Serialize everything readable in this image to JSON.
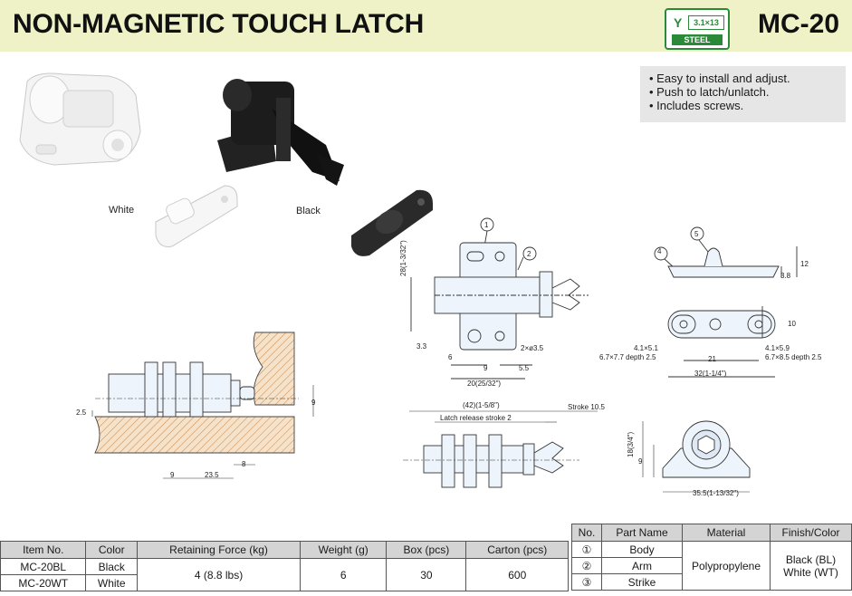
{
  "header": {
    "title": "NON-MAGNETIC TOUCH LATCH",
    "model": "MC-20",
    "steel_badge": {
      "screw_spec": "3.1×13",
      "material": "STEEL"
    }
  },
  "features": [
    "• Easy to install and adjust.",
    "• Push to latch/unlatch.",
    "• Includes screws."
  ],
  "photos": {
    "white_label": "White",
    "black_label": "Black"
  },
  "drawing_labels": {
    "callouts": [
      "1",
      "2",
      "4",
      "5"
    ],
    "top_view": {
      "height": "28(1-3/32\")",
      "d1": "3.3",
      "d2": "6",
      "d3": "9",
      "d4": "5.5",
      "width": "20(25/32\")",
      "hole": "2×ø3.5"
    },
    "strike_side": {
      "h1": "12",
      "h2": "3.8"
    },
    "strike_top": {
      "h": "10",
      "slot_l1": "4.1×5.1",
      "slot_l2": "6.7×7.7 depth 2.5",
      "slot_r1": "4.1×5.9",
      "slot_r2": "6.7×8.5 depth 2.5",
      "pitch": "21",
      "width": "32(1-1/4\")"
    },
    "install": {
      "d1": "2.5",
      "d2": "9",
      "d3": "9",
      "d4": "23.5",
      "d5": "8"
    },
    "side_view": {
      "total": "(42)(1-5/8\")",
      "stroke": "Stroke 10.5",
      "release": "Latch release stroke 2"
    },
    "end_view": {
      "h1": "18(3/4\")",
      "h2": "9",
      "w": "35.5(1-13/32\")"
    }
  },
  "spec_table": {
    "headers": [
      "Item No.",
      "Color",
      "Retaining Force (kg)",
      "Weight (g)",
      "Box (pcs)",
      "Carton (pcs)"
    ],
    "rows": [
      {
        "item": "MC-20BL",
        "color": "Black"
      },
      {
        "item": "MC-20WT",
        "color": "White"
      }
    ],
    "force": "4 (8.8 lbs)",
    "weight": "6",
    "box": "30",
    "carton": "600"
  },
  "parts_table": {
    "headers": [
      "No.",
      "Part Name",
      "Material",
      "Finish/Color"
    ],
    "rows": [
      {
        "no": "①",
        "name": "Body"
      },
      {
        "no": "②",
        "name": "Arm"
      },
      {
        "no": "③",
        "name": "Strike"
      }
    ],
    "material": "Polypropylene",
    "finish": [
      "Black (BL)",
      "White (WT)"
    ]
  }
}
